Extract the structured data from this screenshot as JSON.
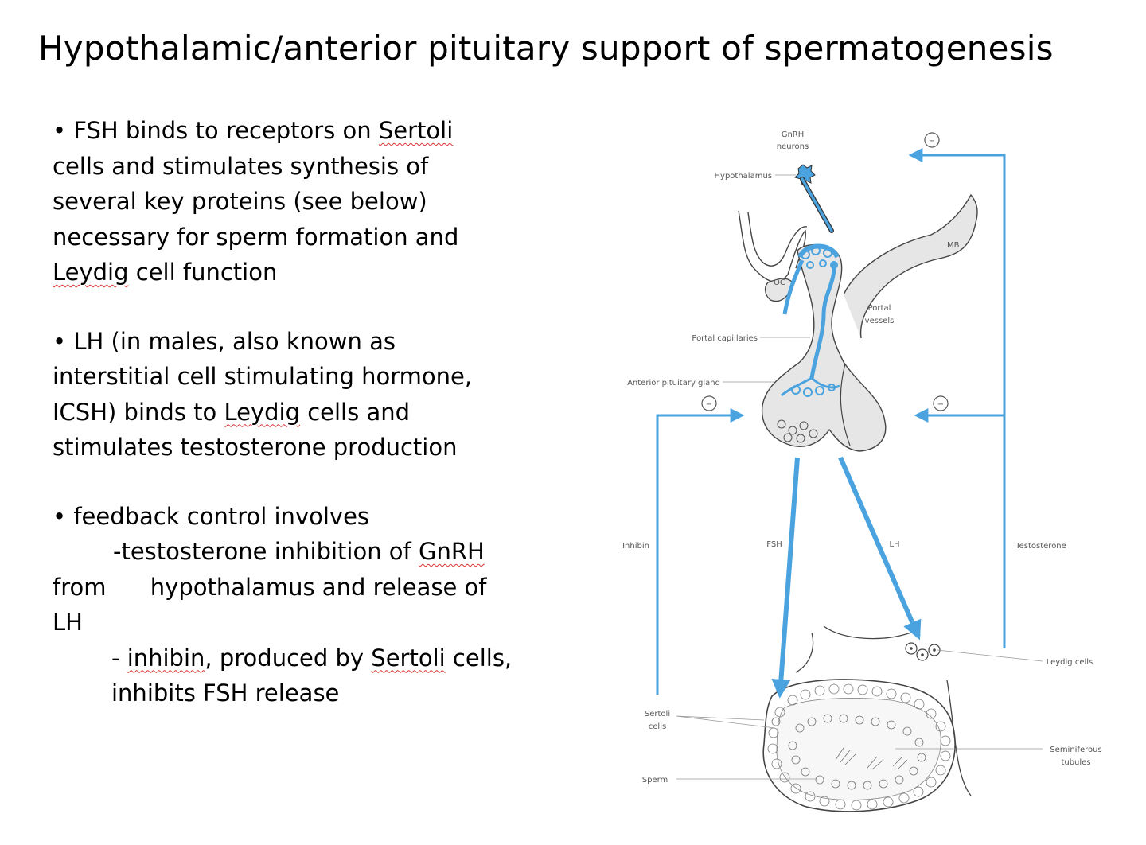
{
  "title": "Hypothalamic/anterior pituitary support of spermatogenesis",
  "bullets": {
    "fsh": {
      "l1_a": "• FSH binds to receptors on ",
      "l1_sertoli": "Sertoli",
      "l2": "cells and stimulates synthesis of",
      "l3": "several key proteins (see below)",
      "l4": "necessary for sperm formation and",
      "l5_leydig": "Leydig",
      "l5_b": " cell  function"
    },
    "lh": {
      "l1": "• LH (in males, also known as",
      "l2": "interstitial cell stimulating hormone,",
      "l3_a": "ICSH) binds to ",
      "l3_leydig": "Leydig",
      "l3_b": " cells and",
      "l4": "stimulates  testosterone production"
    },
    "feedback": {
      "l1": "• feedback control involves",
      "l2_a": "-testosterone inhibition of ",
      "l2_gnrh": "GnRH",
      "l3": "from      hypothalamus and release of",
      "l4": "LH",
      "l5_a": "- ",
      "l5_inhibin": "inhibin",
      "l5_b": ", produced by ",
      "l5_sertoli": "Sertoli",
      "l5_c": " cells,",
      "l6": "inhibits FSH release"
    }
  },
  "diagram": {
    "labels": {
      "gnrh_neurons_1": "GnRH",
      "gnrh_neurons_2": "neurons",
      "hypothalamus": "Hypothalamus",
      "mb": "MB",
      "oc": "OC",
      "portal_vessels_1": "Portal",
      "portal_vessels_2": "vessels",
      "portal_capillaries": "Portal capillaries",
      "anterior_pituitary": "Anterior pituitary gland",
      "inhibin": "Inhibin",
      "fsh": "FSH",
      "lh": "LH",
      "testosterone": "Testosterone",
      "leydig_cells": "Leydig cells",
      "sertoli_cells_1": "Sertoli",
      "sertoli_cells_2": "cells",
      "seminiferous_1": "Seminiferous",
      "seminiferous_2": "tubules",
      "sperm": "Sperm",
      "minus": "−"
    },
    "colors": {
      "arrow": "#4aa3df",
      "outline": "#444444",
      "gland_fill": "#e6e6e6"
    }
  }
}
